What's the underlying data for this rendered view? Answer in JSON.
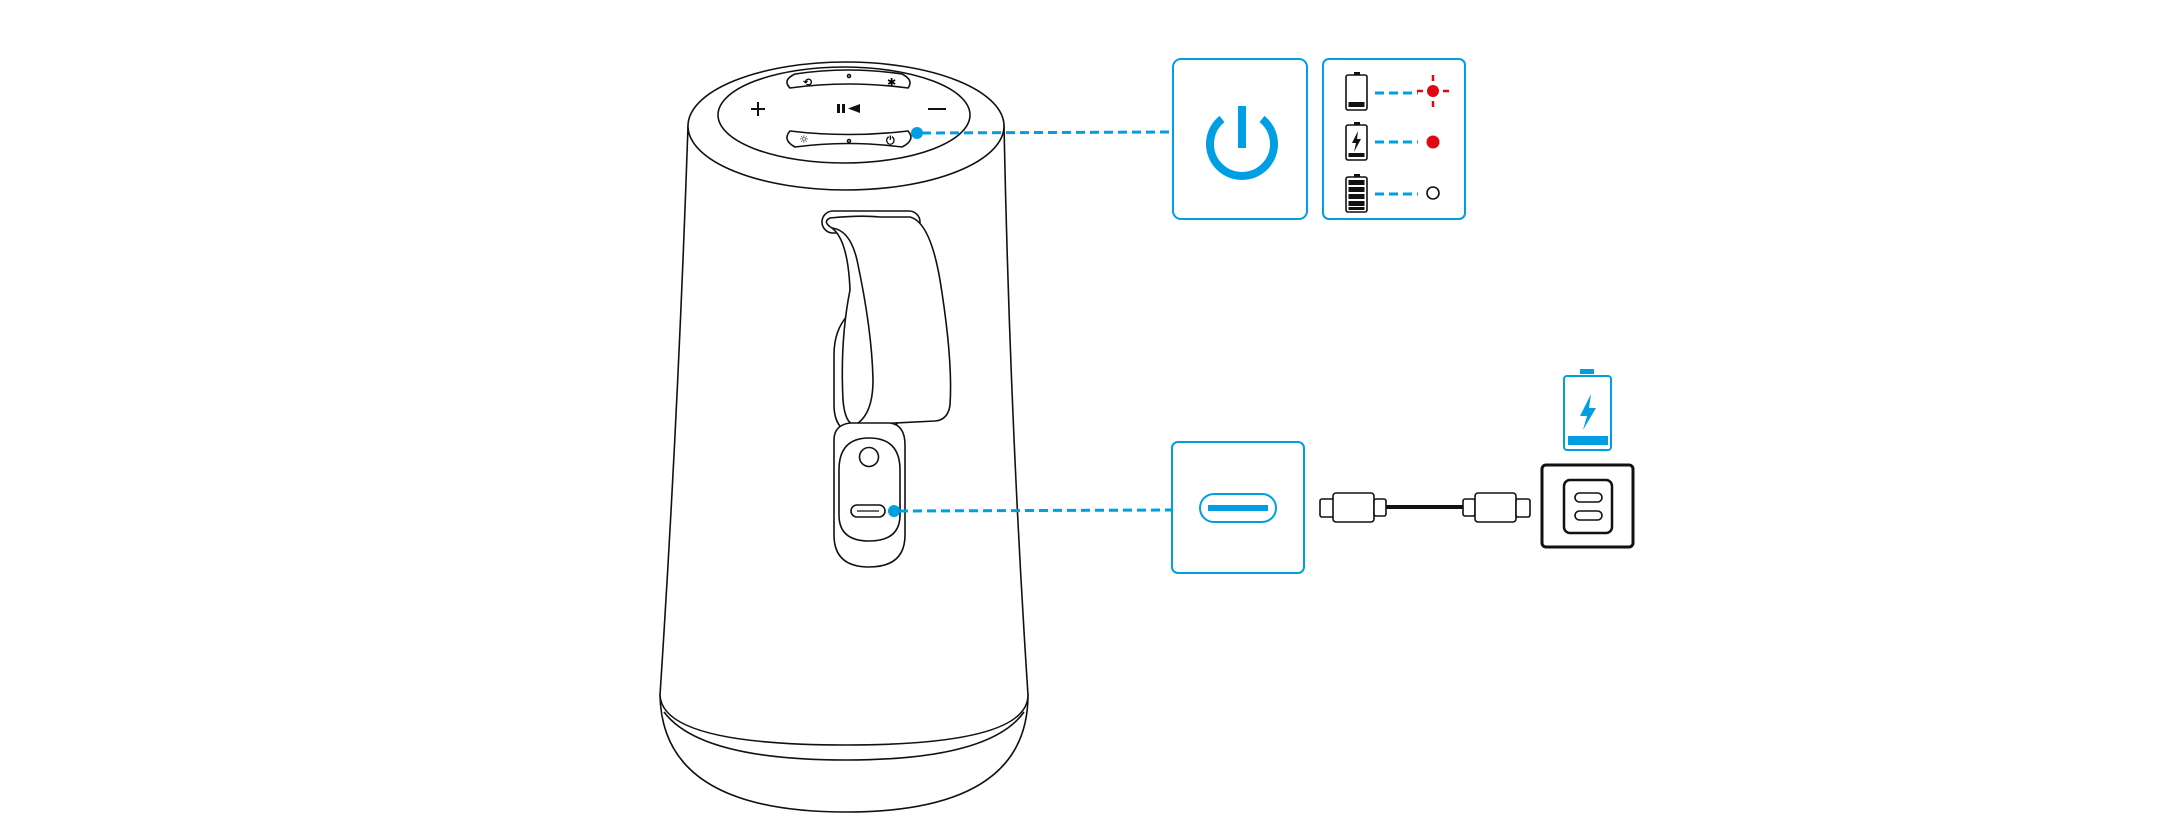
{
  "colors": {
    "accent": "#009fe3",
    "line": "#111111",
    "indicator_red": "#e30613",
    "background": "#ffffff"
  },
  "icons": {
    "speaker": "portable-speaker",
    "power_panel": "power-icon",
    "battery_states": [
      "battery-low-blinking-red",
      "battery-charging-solid-red",
      "battery-full-led-off"
    ],
    "usb_port": "usb-c-port-icon",
    "cable": "usb-c-cable",
    "charger": "usb-c-wall-charger",
    "charging_battery": "charging-battery-icon"
  },
  "indicator_states": [
    {
      "battery_level": 0.15,
      "led": "red-blinking"
    },
    {
      "battery_level": 0.15,
      "led": "red-solid"
    },
    {
      "battery_level": 1.0,
      "led": "off"
    }
  ]
}
